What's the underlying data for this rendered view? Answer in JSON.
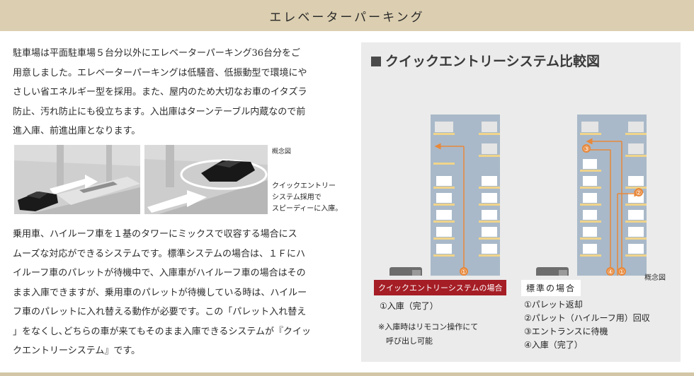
{
  "header": {
    "title": "エレベーターパーキング"
  },
  "intro": {
    "lines": [
      "駐車場は平面駐車場５台分以外にエレベーターパーキング36台分をご",
      "用意しました。エレベーターパーキングは低騒音、低振動型で環境にや",
      "さしい省エネルギー型を採用。また、屋内のため大切なお車のイタズラ",
      "防止、汚れ防止にも役立ちます。入出庫はターンテーブル内蔵なので前",
      "進入庫、前進出庫となります。"
    ]
  },
  "photos": {
    "note": "概念図",
    "caption_lines": [
      "クイックエントリー",
      "システム採用で",
      "スピーディーに入庫。"
    ]
  },
  "body": {
    "lines": [
      "乗用車、ハイルーフ車を１基のタワーにミックスで収容する場合にス",
      "ムーズな対応ができるシステムです。標準システムの場合は、１Ｆにハ",
      "イルーフ車のパレットが待機中で、入庫車がハイルーフ車の場合はその",
      "まま入庫できますが、乗用車のパレットが待機している時は、ハイルー",
      "フ車のパレットに入れ替える動作が必要です。この「パレット入れ替え",
      "」をなくし､どちらの車が来てもそのまま入庫できるシステムが『クイッ",
      "クエントリーシステム』です。"
    ]
  },
  "diagram": {
    "title": "クイックエントリーシステム比較図",
    "note": "概念図",
    "markers": {
      "one": "①",
      "two": "②",
      "three": "③",
      "four": "④"
    },
    "quick": {
      "label": "クイックエントリーシステムの場合",
      "step": "①入庫（完了）",
      "note_lines": [
        "※入庫時はリモコン操作にて",
        "　呼び出し可能"
      ]
    },
    "standard": {
      "label": "標準の場合",
      "steps": [
        "①パレット返却",
        "②パレット（ハイルーフ用）回収",
        "③エントランスに待機",
        "④入庫（完了）"
      ]
    },
    "colors": {
      "arrow": "#e8883a",
      "tower": "#a9b9c9",
      "pallet": "#f0d48a",
      "label_red": "#a51d25"
    }
  }
}
